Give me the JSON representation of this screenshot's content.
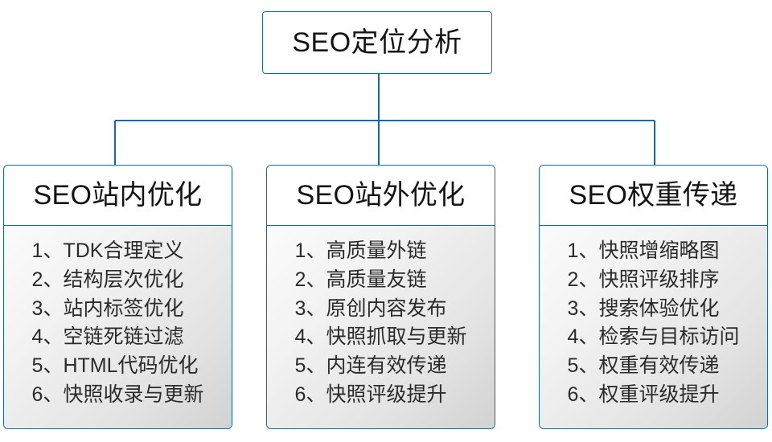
{
  "diagram": {
    "type": "org-chart",
    "title": "SEO定位分析",
    "accent_color": "#1268b3",
    "text_color": "#141414",
    "body_gradient_from": "#fbfbfb",
    "body_gradient_to": "#d2d2d2",
    "root": {
      "label": "SEO定位分析"
    },
    "branches": [
      {
        "id": "onsite",
        "header": "SEO站内优化",
        "items": [
          "1、TDK合理定义",
          "2、结构层次优化",
          "3、站内标签优化",
          "4、空链死链过滤",
          "5、HTML代码优化",
          "6、快照收录与更新"
        ]
      },
      {
        "id": "offsite",
        "header": "SEO站外优化",
        "items": [
          "1、高质量外链",
          "2、高质量友链",
          "3、原创内容发布",
          "4、快照抓取与更新",
          "5、内连有效传递",
          "6、快照评级提升"
        ]
      },
      {
        "id": "weight",
        "header": "SEO权重传递",
        "items": [
          "1、快照增缩略图",
          "2、快照评级排序",
          "3、搜索体验优化",
          "4、检索与目标访问",
          "5、权重有效传递",
          "6、权重评级提升"
        ]
      }
    ]
  }
}
